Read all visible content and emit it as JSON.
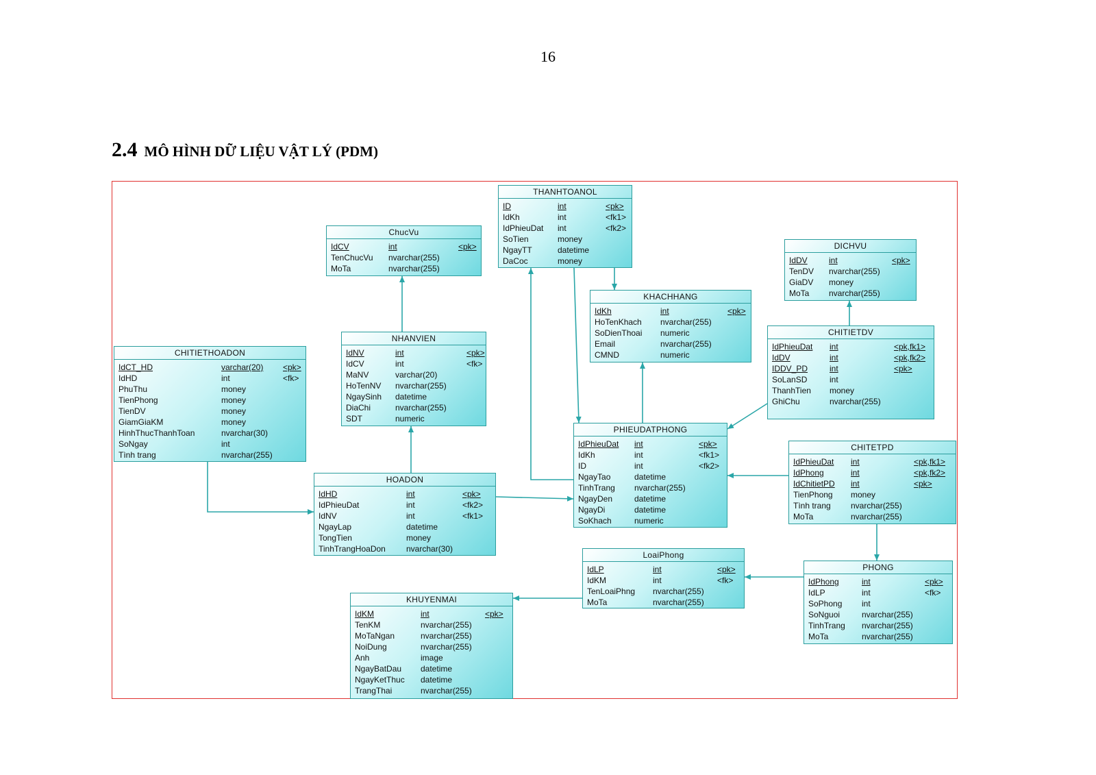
{
  "page_number": "16",
  "section": {
    "number": "2.4",
    "title": "MÔ HÌNH DỮ LIỆU VẬT LÝ (PDM)"
  },
  "colors": {
    "frame": "#e0302e",
    "entity_border": "#2a9d9d",
    "entity_fill": "#8ee3e8",
    "link": "#2aa6a8"
  },
  "entities": {
    "thanhtoanol": {
      "name": "THANHTOANOL",
      "attributes": [
        {
          "name": "ID",
          "type": "int",
          "key": "<pk>",
          "pk": true
        },
        {
          "name": "IdKh",
          "type": "int",
          "key": "<fk1>"
        },
        {
          "name": "IdPhieuDat",
          "type": "int",
          "key": "<fk2>"
        },
        {
          "name": "SoTien",
          "type": "money",
          "key": ""
        },
        {
          "name": "NgayTT",
          "type": "datetime",
          "key": ""
        },
        {
          "name": "DaCoc",
          "type": "money",
          "key": ""
        }
      ]
    },
    "chucvu": {
      "name": "ChucVu",
      "attributes": [
        {
          "name": "IdCV",
          "type": "int",
          "key": "<pk>",
          "pk": true
        },
        {
          "name": "TenChucVu",
          "type": "nvarchar(255)",
          "key": ""
        },
        {
          "name": "MoTa",
          "type": "nvarchar(255)",
          "key": ""
        }
      ]
    },
    "dichvu": {
      "name": "DICHVU",
      "attributes": [
        {
          "name": "IdDV",
          "type": "int",
          "key": "<pk>",
          "pk": true
        },
        {
          "name": "TenDV",
          "type": "nvarchar(255)",
          "key": ""
        },
        {
          "name": "GiaDV",
          "type": "money",
          "key": ""
        },
        {
          "name": "MoTa",
          "type": "nvarchar(255)",
          "key": ""
        }
      ]
    },
    "khachhang": {
      "name": "KHACHHANG",
      "attributes": [
        {
          "name": "IdKh",
          "type": "int",
          "key": "<pk>",
          "pk": true
        },
        {
          "name": "HoTenKhach",
          "type": "nvarchar(255)",
          "key": ""
        },
        {
          "name": "SoDienThoai",
          "type": "numeric",
          "key": ""
        },
        {
          "name": "Email",
          "type": "nvarchar(255)",
          "key": ""
        },
        {
          "name": "CMND",
          "type": "numeric",
          "key": ""
        }
      ]
    },
    "chitietdv": {
      "name": "CHITIETDV",
      "attributes": [
        {
          "name": "IdPhieuDat",
          "type": "int",
          "key": "<pk,fk1>",
          "pk": true
        },
        {
          "name": "IdDV",
          "type": "int",
          "key": "<pk,fk2>",
          "pk": true
        },
        {
          "name": "IDDV_PD",
          "type": "int",
          "key": "<pk>",
          "pk": true
        },
        {
          "name": "SoLanSD",
          "type": "int",
          "key": ""
        },
        {
          "name": "ThanhTien",
          "type": "money",
          "key": ""
        },
        {
          "name": "GhiChu",
          "type": "nvarchar(255)",
          "key": ""
        }
      ]
    },
    "chitiethoadon": {
      "name": "CHITIETHOADON",
      "attributes": [
        {
          "name": "IdCT_HD",
          "type": "varchar(20)",
          "key": "<pk>",
          "pk": true
        },
        {
          "name": "IdHD",
          "type": "int",
          "key": "<fk>"
        },
        {
          "name": "PhuThu",
          "type": "money",
          "key": ""
        },
        {
          "name": "TienPhong",
          "type": "money",
          "key": ""
        },
        {
          "name": "TienDV",
          "type": "money",
          "key": ""
        },
        {
          "name": "GiamGiaKM",
          "type": "money",
          "key": ""
        },
        {
          "name": "HinhThucThanhToan",
          "type": "nvarchar(30)",
          "key": ""
        },
        {
          "name": "SoNgay",
          "type": "int",
          "key": ""
        },
        {
          "name": "Tình trang",
          "type": "nvarchar(255)",
          "key": ""
        }
      ]
    },
    "nhanvien": {
      "name": "NHANVIEN",
      "attributes": [
        {
          "name": "IdNV",
          "type": "int",
          "key": "<pk>",
          "pk": true
        },
        {
          "name": "IdCV",
          "type": "int",
          "key": "<fk>"
        },
        {
          "name": "MaNV",
          "type": "varchar(20)",
          "key": ""
        },
        {
          "name": "HoTenNV",
          "type": "nvarchar(255)",
          "key": ""
        },
        {
          "name": "NgaySinh",
          "type": "datetime",
          "key": ""
        },
        {
          "name": "DiaChi",
          "type": "nvarchar(255)",
          "key": ""
        },
        {
          "name": "SDT",
          "type": "numeric",
          "key": ""
        }
      ]
    },
    "phieudatphong": {
      "name": "PHIEUDATPHONG",
      "attributes": [
        {
          "name": "IdPhieuDat",
          "type": "int",
          "key": "<pk>",
          "pk": true
        },
        {
          "name": "IdKh",
          "type": "int",
          "key": "<fk1>"
        },
        {
          "name": "ID",
          "type": "int",
          "key": "<fk2>"
        },
        {
          "name": "NgayTao",
          "type": "datetime",
          "key": ""
        },
        {
          "name": "TinhTrang",
          "type": "nvarchar(255)",
          "key": ""
        },
        {
          "name": "NgayDen",
          "type": "datetime",
          "key": ""
        },
        {
          "name": "NgayDi",
          "type": "datetime",
          "key": ""
        },
        {
          "name": "SoKhach",
          "type": "numeric",
          "key": ""
        }
      ]
    },
    "chitetpd": {
      "name": "CHITETPD",
      "attributes": [
        {
          "name": "IdPhieuDat",
          "type": "int",
          "key": "<pk,fk1>",
          "pk": true
        },
        {
          "name": "IdPhong",
          "type": "int",
          "key": "<pk,fk2>",
          "pk": true
        },
        {
          "name": "IdChitietPD",
          "type": "int",
          "key": "<pk>",
          "pk": true
        },
        {
          "name": "TienPhong",
          "type": "money",
          "key": ""
        },
        {
          "name": "Tình trang",
          "type": "nvarchar(255)",
          "key": ""
        },
        {
          "name": "MoTa",
          "type": "nvarchar(255)",
          "key": ""
        }
      ]
    },
    "hoadon": {
      "name": "HOADON",
      "attributes": [
        {
          "name": "IdHD",
          "type": "int",
          "key": "<pk>",
          "pk": true
        },
        {
          "name": "IdPhieuDat",
          "type": "int",
          "key": "<fk2>"
        },
        {
          "name": "IdNV",
          "type": "int",
          "key": "<fk1>"
        },
        {
          "name": "NgayLap",
          "type": "datetime",
          "key": ""
        },
        {
          "name": "TongTien",
          "type": "money",
          "key": ""
        },
        {
          "name": "TinhTrangHoaDon",
          "type": "nvarchar(30)",
          "key": ""
        }
      ]
    },
    "loaiphong": {
      "name": "LoaiPhong",
      "attributes": [
        {
          "name": "IdLP",
          "type": "int",
          "key": "<pk>",
          "pk": true
        },
        {
          "name": "IdKM",
          "type": "int",
          "key": "<fk>"
        },
        {
          "name": "TenLoaiPhng",
          "type": "nvarchar(255)",
          "key": ""
        },
        {
          "name": "MoTa",
          "type": "nvarchar(255)",
          "key": ""
        }
      ]
    },
    "phong": {
      "name": "PHONG",
      "attributes": [
        {
          "name": "IdPhong",
          "type": "int",
          "key": "<pk>",
          "pk": true
        },
        {
          "name": "IdLP",
          "type": "int",
          "key": "<fk>"
        },
        {
          "name": "SoPhong",
          "type": "int",
          "key": ""
        },
        {
          "name": "SoNguoi",
          "type": "nvarchar(255)",
          "key": ""
        },
        {
          "name": "TinhTrang",
          "type": "nvarchar(255)",
          "key": ""
        },
        {
          "name": "MoTa",
          "type": "nvarchar(255)",
          "key": ""
        }
      ]
    },
    "khuyenmai": {
      "name": "KHUYENMAI",
      "attributes": [
        {
          "name": "IdKM",
          "type": "int",
          "key": "<pk>",
          "pk": true
        },
        {
          "name": "TenKM",
          "type": "nvarchar(255)",
          "key": ""
        },
        {
          "name": "MoTaNgan",
          "type": "nvarchar(255)",
          "key": ""
        },
        {
          "name": "NoiDung",
          "type": "nvarchar(255)",
          "key": ""
        },
        {
          "name": "Anh",
          "type": "image",
          "key": ""
        },
        {
          "name": "NgayBatDau",
          "type": "datetime",
          "key": ""
        },
        {
          "name": "NgayKetThuc",
          "type": "datetime",
          "key": ""
        },
        {
          "name": "TrangThai",
          "type": "nvarchar(255)",
          "key": ""
        }
      ]
    }
  },
  "relationships": [
    {
      "from": "nhanvien",
      "to": "chucvu"
    },
    {
      "from": "hoadon",
      "to": "nhanvien"
    },
    {
      "from": "chitiethoadon",
      "to": "hoadon"
    },
    {
      "from": "hoadon",
      "to": "phieudatphong"
    },
    {
      "from": "phieudatphong",
      "to": "thanhtoanol"
    },
    {
      "from": "thanhtoanol",
      "to": "phieudatphong"
    },
    {
      "from": "thanhtoanol",
      "to": "khachhang"
    },
    {
      "from": "phieudatphong",
      "to": "khachhang"
    },
    {
      "from": "chitietdv",
      "to": "dichvu"
    },
    {
      "from": "chitietdv",
      "to": "phieudatphong"
    },
    {
      "from": "chitetpd",
      "to": "phieudatphong"
    },
    {
      "from": "chitetpd",
      "to": "phong"
    },
    {
      "from": "phong",
      "to": "loaiphong"
    },
    {
      "from": "loaiphong",
      "to": "khuyenmai"
    }
  ]
}
